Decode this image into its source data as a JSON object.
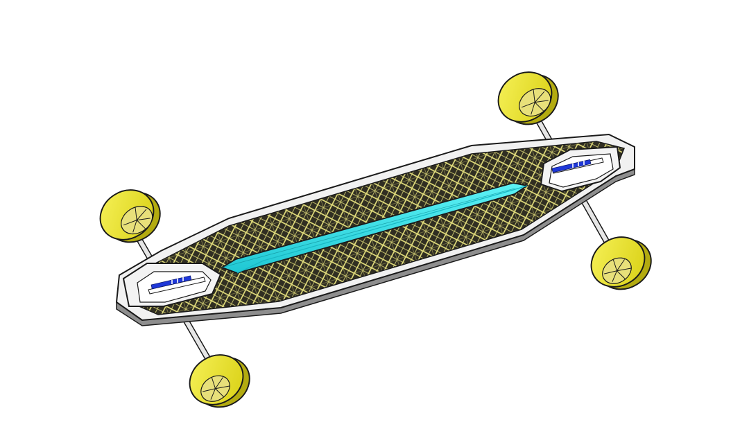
{
  "scene": {
    "subject": "longboard-cad-model",
    "view": "isometric",
    "colors": {
      "background": "#ffffff",
      "deck_frame": "#f1f1f1",
      "deck_edge": "#b9b9b9",
      "deck_side": "#8e8e8e",
      "lattice_fill": "#302e22",
      "lattice_strut": "#e4df7d",
      "center_spine": "#38e8ee",
      "center_spine_shade": "#19b7c4",
      "truck_mount_insert": "#1f38d8",
      "wheel": "#f2ec1c",
      "wheel_shade": "#b3ab10",
      "axle": "#e6e6e6",
      "outline": "#1a1a1a"
    },
    "parts": {
      "wheels": 4,
      "axles": 2,
      "truck_windows": 2
    }
  }
}
